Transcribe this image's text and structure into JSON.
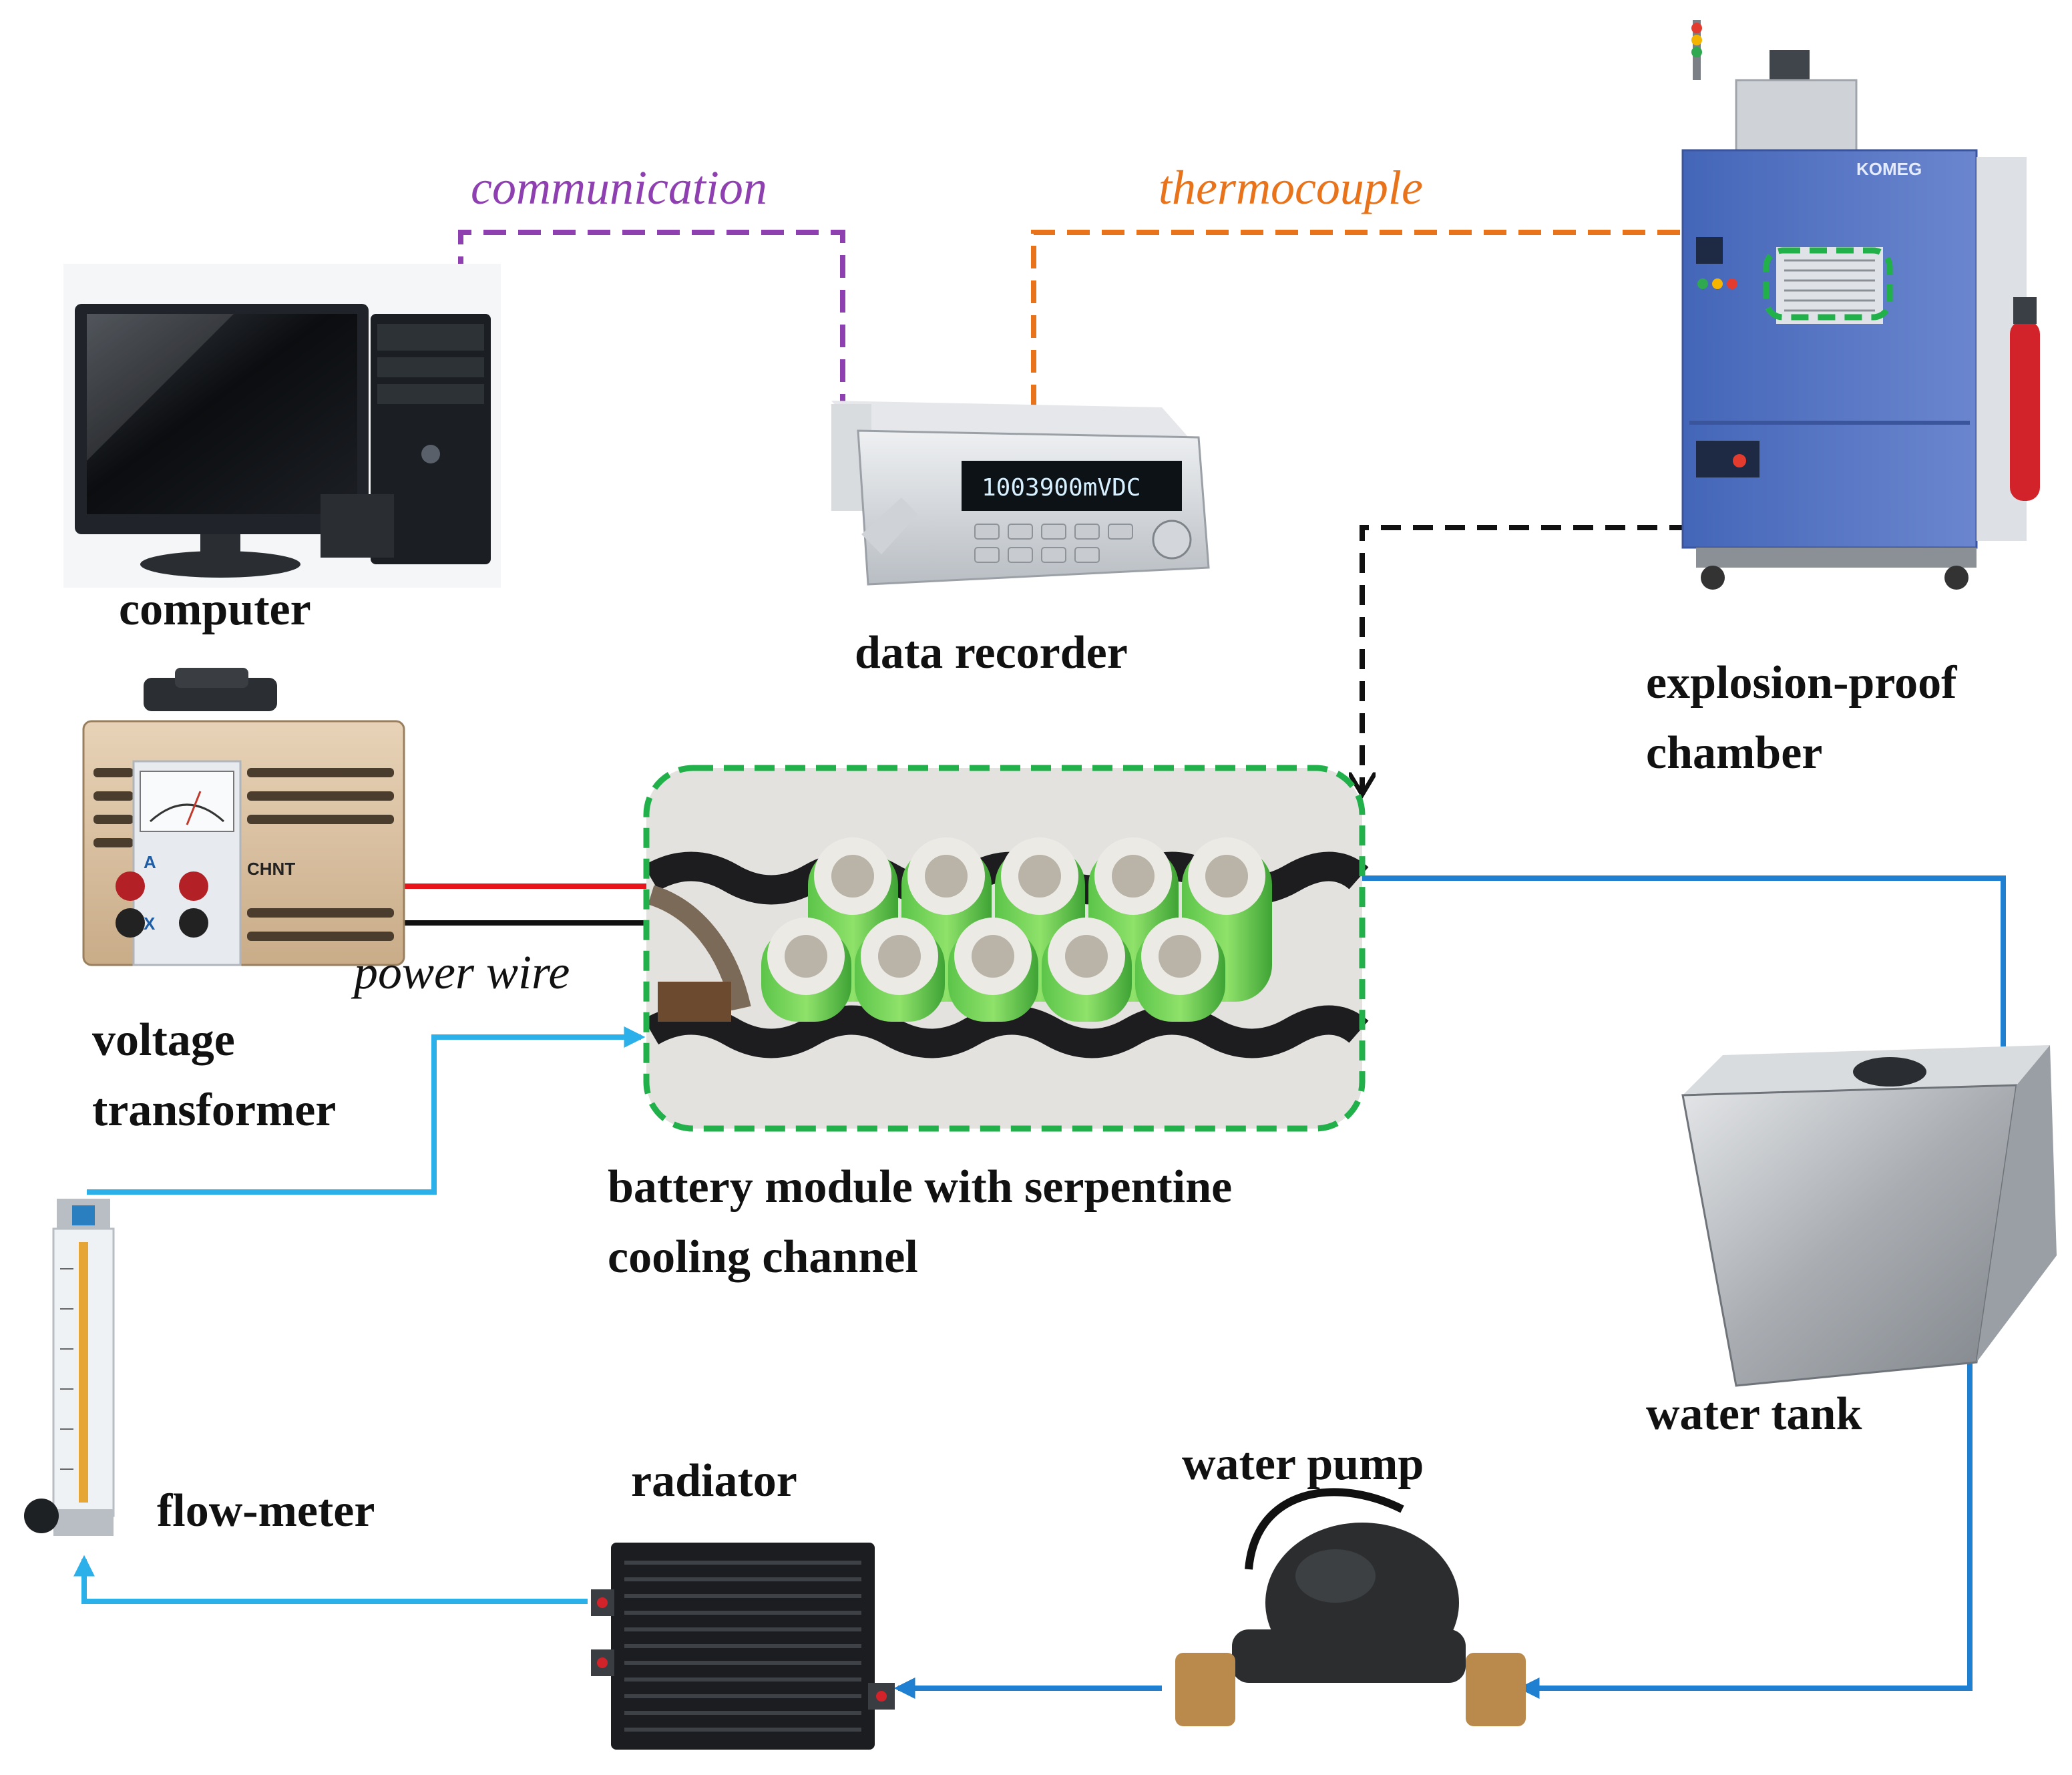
{
  "labels": {
    "computer": "computer",
    "data_recorder": "data recorder",
    "chamber_line1": "explosion-proof",
    "chamber_line2": "chamber",
    "voltage_line1": "voltage",
    "voltage_line2": "transformer",
    "battery_line1": "battery module with serpentine",
    "battery_line2": "cooling channel",
    "water_tank": "water tank",
    "flow_meter": "flow-meter",
    "radiator": "radiator",
    "water_pump": "water pump"
  },
  "wires": {
    "communication": "communication",
    "thermocouple": "thermocouple",
    "power_wire": "power wire"
  },
  "devices": {
    "recorder_display": "1003900mVDC",
    "chamber_brand": "KOMEG",
    "transformer_brand": "CHNT",
    "transformer_terminal_a": "A",
    "transformer_terminal_x": "X"
  },
  "colors": {
    "communication": "#8e3fb0",
    "thermocouple": "#e8731a",
    "chamber_link": "#111111",
    "module_outline": "#22b04b",
    "coolant_loop": "#1f7fd0",
    "coolant_supply": "#2bb0ea",
    "power_positive": "#e8141b",
    "power_negative": "#111111"
  }
}
